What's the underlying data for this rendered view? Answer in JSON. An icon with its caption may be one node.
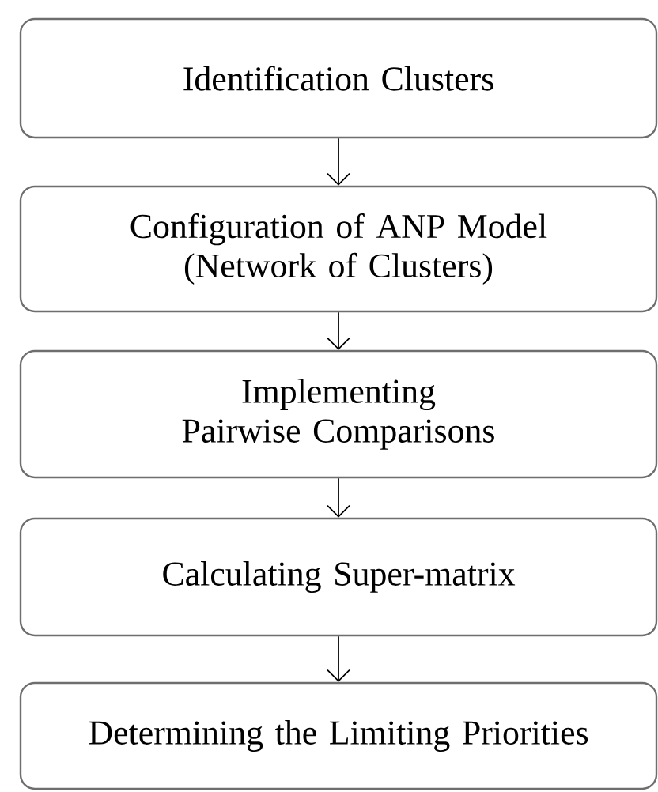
{
  "diagram": {
    "nodes": [
      {
        "text": [
          "Identification Clusters"
        ]
      },
      {
        "text": [
          "Configuration of ANP Model (Network of Clusters)"
        ]
      },
      {
        "text": [
          "Implementing Pairwise Comparisons"
        ]
      },
      {
        "text": [
          "Calculating Super-matrix"
        ]
      },
      {
        "text": [
          "Determining the Limiting Priorities"
        ]
      }
    ],
    "edges": [
      {
        "from": 0,
        "to": 1,
        "arrow": "to"
      },
      {
        "from": 1,
        "to": 2,
        "arrow": "to"
      },
      {
        "from": 2,
        "to": 3,
        "arrow": "to"
      },
      {
        "from": 3,
        "to": 4,
        "arrow": "to"
      }
    ]
  }
}
